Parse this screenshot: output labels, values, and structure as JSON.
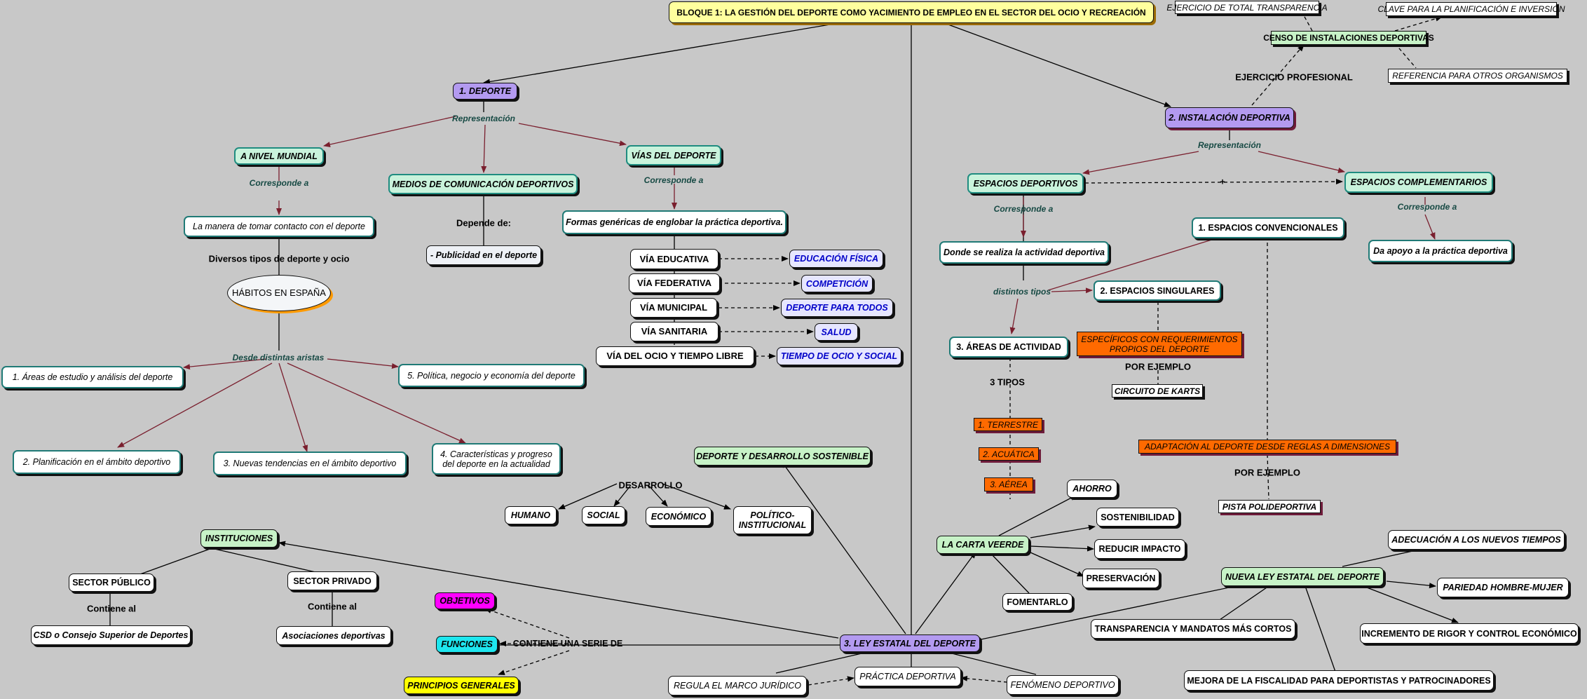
{
  "title": "BLOQUE 1: LA GESTIÓN DEL DEPORTE COMO YACIMIENTO DE EMPLEO EN EL SECTOR DEL OCIO Y RECREACIÓN",
  "deporte": {
    "label": "1. DEPORTE",
    "link": "Representación",
    "mundial": {
      "label": "A NIVEL MUNDIAL",
      "link": "Corresponde a",
      "target": "La manera de tomar contacto con el deporte",
      "tipos": "Diversos tipos de deporte y ocio",
      "habitos": "HÁBITOS EN ESPAÑA",
      "aristas": "Desde distintas aristas",
      "items": [
        "1. Áreas de estudio y análisis del deporte",
        "2. Planificación en el ámbito deportivo",
        "3. Nuevas tendencias en el ámbito deportivo",
        "4. Características y progreso del deporte en la actualidad",
        "5. Política, negocio y economía del deporte"
      ]
    },
    "medios": {
      "label": "MEDIOS DE COMUNICACIÓN DEPORTIVOS",
      "link": "Depende de:",
      "target": "- Publicidad en el deporte"
    },
    "vias": {
      "label": "VÍAS DEL DEPORTE",
      "link": "Corresponde a",
      "target": "Formas genéricas de englobar la práctica deportiva.",
      "items": [
        {
          "via": "VÍA EDUCATIVA",
          "goal": "EDUCACIÓN FÍSICA"
        },
        {
          "via": "VÍA FEDERATIVA",
          "goal": "COMPETICIÓN"
        },
        {
          "via": "VÍA MUNICIPAL",
          "goal": "DEPORTE PARA TODOS"
        },
        {
          "via": "VÍA SANITARIA",
          "goal": "SALUD"
        },
        {
          "via": "VÍA DEL OCIO Y TIEMPO LIBRE",
          "goal": "TIEMPO DE OCIO Y SOCIAL"
        }
      ]
    }
  },
  "instalacion": {
    "label": "2. INSTALACIÓN DEPORTIVA",
    "link": "Representación",
    "ejercicio": "EJERCICIO PROFESIONAL",
    "censo": "CENSO DE INSTALACIONES DEPORTIVAS",
    "censo_items": [
      "EJERCICIO DE TOTAL TRANSPARENCIA",
      "CLAVE PARA LA PLANIFICACIÓN E INVERSIÓN",
      "REFERENCIA PARA OTROS ORGANISMOS"
    ],
    "espacios_dep": "ESPACIOS DEPORTIVOS",
    "plus": "+",
    "espacios_comp": "ESPACIOS COMPLEMENTARIOS",
    "corresponde": "Corresponde a",
    "donde": "Donde se realiza la actividad deportiva",
    "da_apoyo": "Da apoyo a la práctica deportiva",
    "distintos": "distintos tipos",
    "convencionales": "1. ESPACIOS CONVENCIONALES",
    "singulares": "2. ESPACIOS SINGULARES",
    "areas": "3. ÁREAS DE ACTIVIDAD",
    "tres_tipos": "3 TIPOS",
    "areas_items": [
      "1. TERRESTRE",
      "2. ACUÁTICA",
      "3. AÉREA"
    ],
    "especificos": "ESPECÍFICOS CON REQUERIMIENTOS PROPIOS DEL DEPORTE",
    "por_ejemplo": "POR EJEMPLO",
    "circuito": "CIRCUITO DE KARTS",
    "adaptacion": "ADAPTACIÓN AL DEPORTE DESDE REGLAS A DIMENSIONES",
    "pista": "PISTA POLIDEPORTIVA"
  },
  "ley": {
    "label": "3. LEY ESTATAL DEL DEPORTE",
    "regula": "REGULA EL MARCO JURÍDICO",
    "practica": "PRÁCTICA DEPORTIVA",
    "fenomeno": "FENÓMENO DEPORTIVO",
    "contiene": "CONTIENE UNA SERIE DE",
    "objetivos": "OBJETIVOS",
    "funciones": "FUNCIONES",
    "principios": "PRINCIPIOS GENERALES",
    "instituciones": "INSTITUCIONES",
    "publico": "SECTOR PÚBLICO",
    "privado": "SECTOR PRIVADO",
    "contiene_al": "Contiene al",
    "csd": "CSD o Consejo Superior de Deportes",
    "asociaciones": "Asociaciones deportivas",
    "sostenible": "DEPORTE Y DESARROLLO SOSTENIBLE",
    "desarrollo": "DESARROLLO",
    "desarrollo_items": [
      "HUMANO",
      "SOCIAL",
      "ECONÓMICO",
      "POLÍTICO-INSTITUCIONAL"
    ],
    "carta": "LA CARTA VEERDE",
    "carta_items": [
      "AHORRO",
      "SOSTENIBILIDAD",
      "REDUCIR IMPACTO",
      "PRESERVACIÓN",
      "FOMENTARLO"
    ],
    "nueva": "NUEVA LEY ESTATAL DEL DEPORTE",
    "nueva_items": [
      "ADECUACIÓN A LOS NUEVOS TIEMPOS",
      "PARIEDAD HOMBRE-MUJER",
      "INCREMENTO DE RIGOR Y CONTROL ECONÓMICO",
      "MEJORA DE LA FISCALIDAD PARA DEPORTISTAS Y PATROCINADORES",
      "TRANSPARENCIA Y MANDATOS MÁS CORTOS"
    ]
  },
  "colors": {
    "link_arrow": "#7a1f2e",
    "black_arrow": "#000000",
    "main_node": "#b39af0",
    "title_node": "#ffff9e",
    "orange": "#ff6a00"
  }
}
